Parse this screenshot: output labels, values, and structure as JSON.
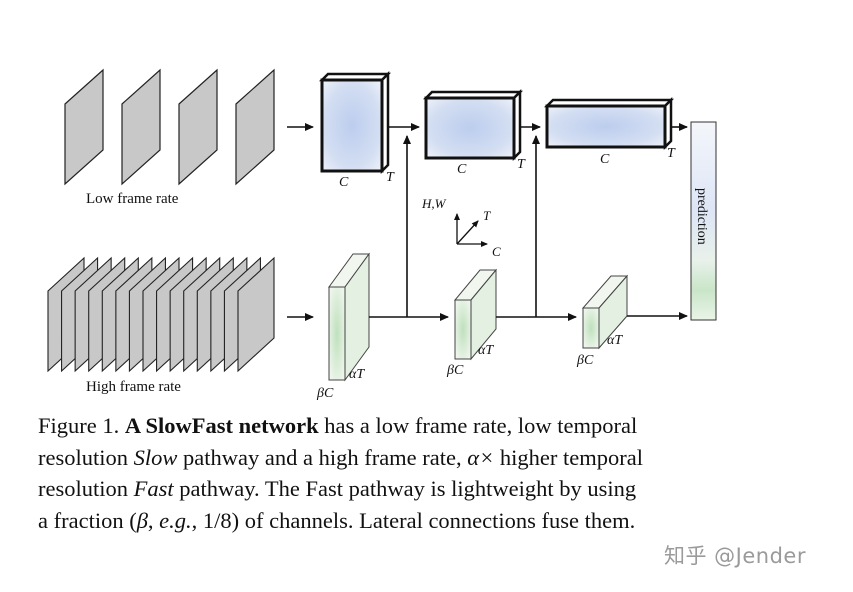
{
  "figure": {
    "low_frame_rate_label": "Low frame rate",
    "high_frame_rate_label": "High frame rate",
    "slow_blocks": [
      {
        "c_label": "C",
        "t_label": "T"
      },
      {
        "c_label": "C",
        "t_label": "T"
      },
      {
        "c_label": "C",
        "t_label": "T"
      }
    ],
    "fast_blocks": [
      {
        "c_label": "βC",
        "t_label": "αT"
      },
      {
        "c_label": "βC",
        "t_label": "αT"
      },
      {
        "c_label": "βC",
        "t_label": "αT"
      }
    ],
    "axes": {
      "vertical": "H,W",
      "depth": "T",
      "horizontal": "C"
    },
    "prediction_label": "prediction",
    "low_frame_count": 4,
    "high_frame_count": 15,
    "colors": {
      "slow_block_fill": "#c9d8ee",
      "fast_block_fill": "#cfe6cc",
      "frame_fill": "#c8c8c8",
      "prediction_top": "#dfe7f7",
      "prediction_bottom": "#cfe8cf"
    }
  },
  "caption": {
    "line1_prefix": "Figure 1. ",
    "line1_bold": "A SlowFast network",
    "line1_rest": " has a low frame rate, low temporal",
    "line2_a": "resolution ",
    "line2_slow": "Slow",
    "line2_b": " pathway and a high frame rate, ",
    "line2_alpha": "α×",
    "line2_c": " higher temporal",
    "line3_a": "resolution ",
    "line3_fast": "Fast",
    "line3_b": " pathway. The Fast pathway is lightweight by using",
    "line4_a": "a fraction (",
    "line4_beta": "β",
    "line4_b": ", ",
    "line4_eg": "e.g.",
    "line4_c": ", 1/8) of channels. Lateral connections fuse them."
  },
  "watermark": "知乎 @Jender"
}
